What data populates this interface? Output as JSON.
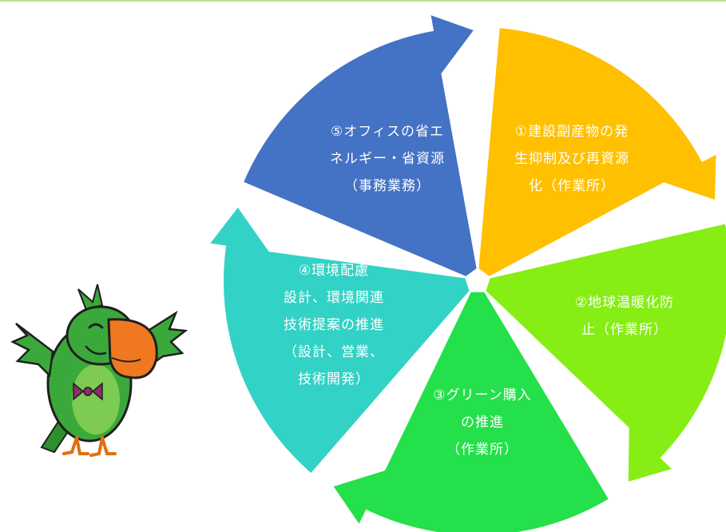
{
  "diagram": {
    "segments": [
      {
        "id": "1",
        "color": "#FFC000",
        "lines": [
          "①建設副産物の発",
          "生抑制及び再資源",
          "化（作業所）"
        ]
      },
      {
        "id": "2",
        "color": "#86EE14",
        "lines": [
          "②地球温暖化防",
          "止（作業所）"
        ]
      },
      {
        "id": "3",
        "color": "#24E04A",
        "lines": [
          "③グリーン購入",
          "の推進",
          "（作業所）"
        ]
      },
      {
        "id": "4",
        "color": "#33D2C6",
        "lines": [
          "④環境配慮",
          "設計、環境関連",
          "技術提案の推進",
          "（設計、営業、",
          "技術開発）"
        ]
      },
      {
        "id": "5",
        "color": "#4472C4",
        "lines": [
          "⑤オフィスの省エ",
          "ネルギー・省資源",
          "（事務業務）"
        ]
      }
    ],
    "mascot": {
      "icon": "green-parrot-mascot-icon",
      "body_color": "#3BA83B",
      "beak_color": "#F07820"
    }
  }
}
